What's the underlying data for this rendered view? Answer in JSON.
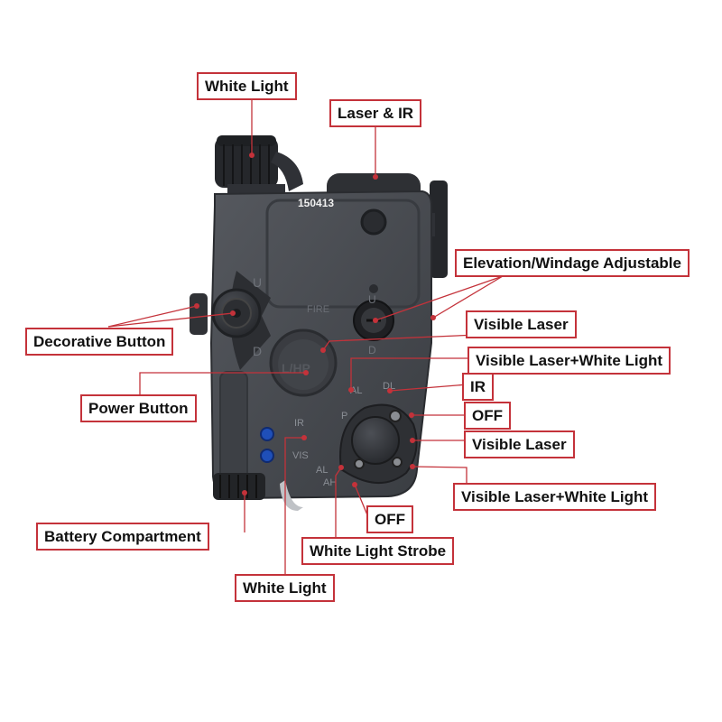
{
  "device": {
    "serial": "150413",
    "markings": {
      "fire": "FIRE",
      "up_top": "U",
      "down_bottom": "D",
      "up_right": "U",
      "down_right": "D",
      "power": "L/HP",
      "ir": "IR",
      "vis": "VIS",
      "al": "AL",
      "dl": "DL",
      "p": "P",
      "al_bottom": "AL",
      "ah": "AH"
    }
  },
  "callouts": {
    "white_light_top": "White Light",
    "laser_ir": "Laser & IR",
    "elevation_windage": "Elevation/Windage Adjustable",
    "decorative_button": "Decorative Button",
    "visible_laser_1": "Visible Laser",
    "visible_laser_white_light_1": "Visible Laser+White Light",
    "ir": "IR",
    "power_button": "Power Button",
    "off_1": "OFF",
    "visible_laser_2": "Visible Laser",
    "visible_laser_white_light_2": "Visible Laser+White Light",
    "off_2": "OFF",
    "battery_compartment": "Battery Compartment",
    "white_light_strobe": "White Light Strobe",
    "white_light_bottom": "White Light"
  },
  "colors": {
    "accent": "#c4323a",
    "device_body": "#45484d",
    "device_dark": "#2b2d31"
  }
}
